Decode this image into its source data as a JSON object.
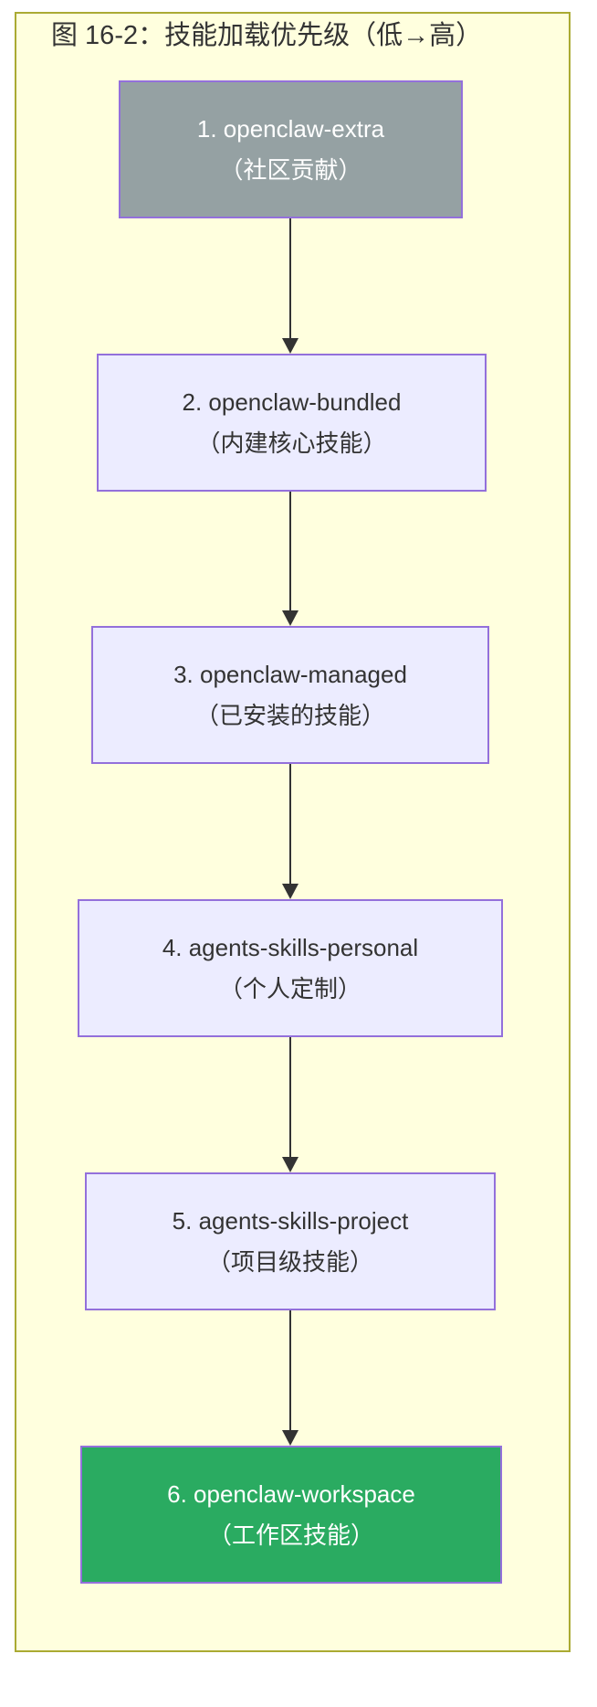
{
  "title": "图 16-2：技能加载优先级（低→高）",
  "colors": {
    "frame_background": "#ffffde",
    "frame_border": "#aaaa33",
    "node_border": "#9370db",
    "node_fill_gray": "#95a1a3",
    "node_fill_lavender": "#ececff",
    "node_fill_green": "#2aab61",
    "arrow": "#333333",
    "text_dark": "#333333",
    "text_light": "#ffffff"
  },
  "nodes": [
    {
      "id": "openclaw-extra",
      "line1": "1. openclaw-extra",
      "line2": "（社区贡献）",
      "variant": "gray"
    },
    {
      "id": "openclaw-bundled",
      "line1": "2. openclaw-bundled",
      "line2": "（内建核心技能）",
      "variant": "lavender"
    },
    {
      "id": "openclaw-managed",
      "line1": "3. openclaw-managed",
      "line2": "（已安装的技能）",
      "variant": "lavender"
    },
    {
      "id": "agents-skills-personal",
      "line1": "4. agents-skills-personal",
      "line2": "（个人定制）",
      "variant": "lavender"
    },
    {
      "id": "agents-skills-project",
      "line1": "5. agents-skills-project",
      "line2": "（项目级技能）",
      "variant": "lavender"
    },
    {
      "id": "openclaw-workspace",
      "line1": "6. openclaw-workspace",
      "line2": "（工作区技能）",
      "variant": "green"
    }
  ],
  "arrows": {
    "count": 5,
    "direction": "down"
  }
}
